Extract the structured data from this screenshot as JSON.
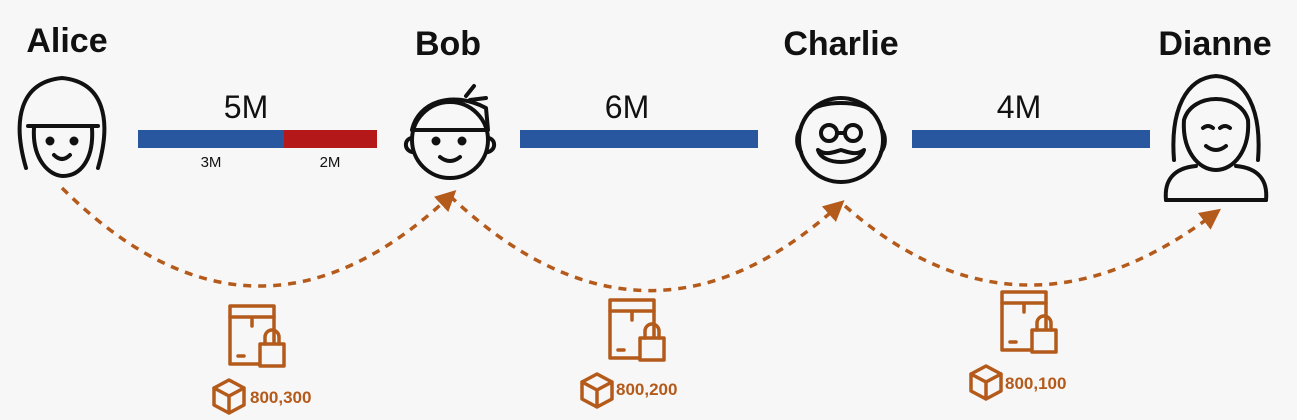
{
  "colors": {
    "channel": "#2857a0",
    "split": "#b41818",
    "accent": "#b45a1b",
    "background": "#f7f7f7"
  },
  "nodes": [
    {
      "name": "Alice",
      "icon": "woman-with-bangs-avatar-icon"
    },
    {
      "name": "Bob",
      "icon": "boy-avatar-icon"
    },
    {
      "name": "Charlie",
      "icon": "old-man-with-glasses-avatar-icon"
    },
    {
      "name": "Dianne",
      "icon": "woman-in-hijab-avatar-icon"
    }
  ],
  "channels": [
    {
      "amount": "5M",
      "split": [
        "3M",
        "2M"
      ]
    },
    {
      "amount": "6M"
    },
    {
      "amount": "4M"
    }
  ],
  "htlcs": [
    {
      "block": "800,300",
      "icon": "locked-envelope-icon"
    },
    {
      "block": "800,200",
      "icon": "locked-envelope-icon"
    },
    {
      "block": "800,100",
      "icon": "locked-envelope-icon"
    }
  ]
}
